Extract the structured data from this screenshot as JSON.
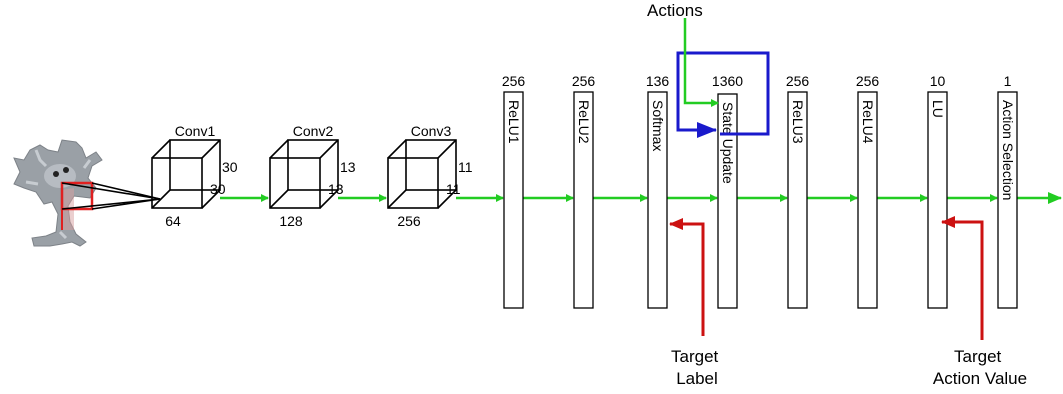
{
  "diagram": {
    "actions_label": "Actions",
    "target_label": "Target\nLabel",
    "target_action_value": "Target\nAction Value",
    "conv_layers": [
      {
        "name": "Conv1",
        "side": "30",
        "depth": "64",
        "right": "30"
      },
      {
        "name": "Conv2",
        "side": "13",
        "depth": "128",
        "right": "13"
      },
      {
        "name": "Conv3",
        "side": "11",
        "depth": "256",
        "right": "11"
      }
    ],
    "fc_layers": [
      {
        "name": "ReLU1",
        "size": "256"
      },
      {
        "name": "ReLU2",
        "size": "256"
      },
      {
        "name": "Softmax",
        "size": "136"
      },
      {
        "name": "State Update",
        "size": "1360"
      },
      {
        "name": "ReLU3",
        "size": "256"
      },
      {
        "name": "ReLU4",
        "size": "256"
      },
      {
        "name": "LU",
        "size": "10"
      },
      {
        "name": "Action Selection",
        "size": "1"
      }
    ],
    "colors": {
      "forward_arrow": "#22cc22",
      "target_arrow": "#cc1111",
      "recurrent_loop": "#1a1acc",
      "image_patch": "#e02020"
    },
    "icons": [
      "neuron-image"
    ]
  }
}
